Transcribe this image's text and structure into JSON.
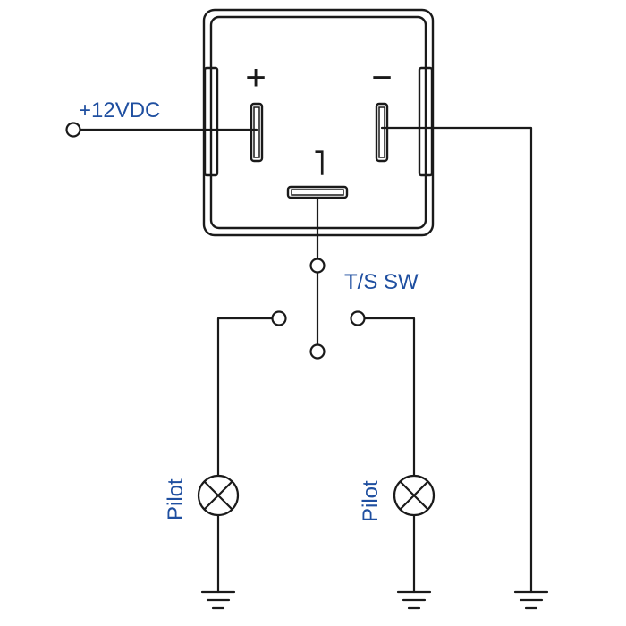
{
  "colors": {
    "line": "#1a1a1a",
    "label": "#1f4fa0",
    "background": "#ffffff"
  },
  "relay": {
    "plus_symbol": "+",
    "minus_symbol": "−",
    "load_symbol": "˥"
  },
  "labels": {
    "supply": "+12VDC",
    "switch": "T/S SW",
    "pilot_left": "Pilot",
    "pilot_right": "Pilot"
  },
  "icons": [
    "lamp-icon",
    "ground-icon",
    "terminal-icon"
  ]
}
